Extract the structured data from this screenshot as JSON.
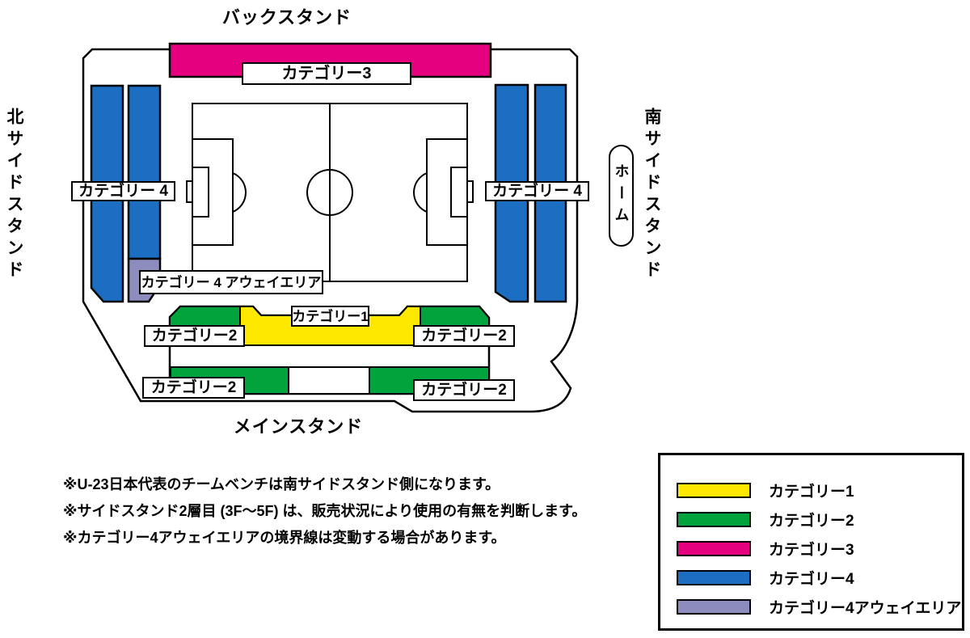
{
  "stands": {
    "back": "バックスタンド",
    "north": "北サイドスタンド",
    "south": "南サイドスタンド",
    "main": "メインスタンド",
    "home": "ホーム"
  },
  "map_labels": {
    "cat1": "カテゴリー1",
    "cat2": "カテゴリー2",
    "cat3": "カテゴリー3",
    "cat4": "カテゴリー 4",
    "away": "カテゴリー 4 アウェイエリア"
  },
  "notes": [
    "※U-23日本代表のチームベンチは南サイドスタンド側になります。",
    "※サイドスタンド2層目 (3F～5F) は、販売状況により使用の有無を判断します。",
    "※カテゴリー4アウェイエリアの境界線は変動する場合があります。"
  ],
  "legend": {
    "items": [
      {
        "label": "カテゴリー1",
        "color": "#FFE800"
      },
      {
        "label": "カテゴリー2",
        "color": "#00A33C"
      },
      {
        "label": "カテゴリー3",
        "color": "#E4007F"
      },
      {
        "label": "カテゴリー4",
        "color": "#1C6EC2"
      },
      {
        "label": "カテゴリー4アウェイエリア",
        "color": "#8D8CBE"
      }
    ]
  },
  "colors": {
    "cat1": "#FFE800",
    "cat2": "#00A33C",
    "cat3": "#E4007F",
    "cat4": "#1C6EC2",
    "away": "#8D8CBE",
    "line": "#000000"
  }
}
